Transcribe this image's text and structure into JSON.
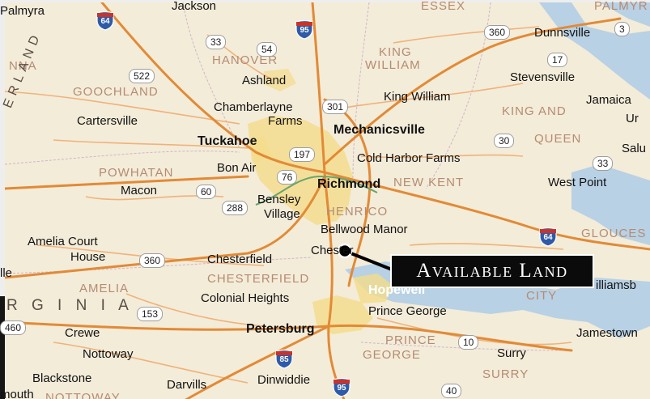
{
  "callout": {
    "text": "Available Land"
  },
  "colors": {
    "land": "#f3ecd9",
    "water": "#b8d1e4",
    "road": "#e28a36",
    "urban": "#f4dc8a",
    "background_top": "#eeeeee",
    "background_bottom": "#161616"
  },
  "places": {
    "palmyra": "Palmyra",
    "jackson": "Jackson",
    "essex": "ESSEX",
    "palmyr2": "PALMYR",
    "hanover": "HANOVER",
    "ashland": "Ashland",
    "king_william_county": "KING",
    "king_william_county2": "WILLIAM",
    "dunnsville": "Dunnsville",
    "stevensville": "Stevensville",
    "jamaica": "Jamaica",
    "goochland": "GOOCHLAND",
    "king_william": "King William",
    "king_and": "KING AND",
    "queen": "QUEEN",
    "chamberlayne": "Chamberlayne",
    "farms": "Farms",
    "cartersville": "Cartersville",
    "mechanicsville": "Mechanicsville",
    "tuckahoe": "Tuckahoe",
    "cold_harbor": "Cold Harbor Farms",
    "bon_air": "Bon Air",
    "richmond": "Richmond",
    "new_kent": "NEW KENT",
    "west_point": "West Point",
    "powhatan": "POWHATAN",
    "macon": "Macon",
    "bensley": "Bensley",
    "village": "Village",
    "henrico": "HENRICO",
    "bellwood": "Bellwood Manor",
    "amelia_court": "Amelia Court",
    "house": "House",
    "chesterfield": "Chesterfield",
    "chester": "Chester",
    "chesterfield_county": "CHESTERFIELD",
    "hopewell": "Hopewell",
    "amelia": "AMELIA",
    "colonial_heights": "Colonial Heights",
    "prince_george_city": "Prince George",
    "petersburg": "Petersburg",
    "crewe": "Crewe",
    "prince": "PRINCE",
    "george": "GEORGE",
    "nottoway": "Nottoway",
    "surry_town": "Surry",
    "jamestown": "Jamestown",
    "blackstone": "Blackstone",
    "darvills": "Darvills",
    "dinwiddie": "Dinwiddie",
    "surry": "SURRY",
    "mouth": "mouth",
    "nottoway_county": "NOTTOWAY",
    "city": "CITY",
    "williamsburg": "illiamsb",
    "glouces": "GLOUCES",
    "ur": "Ur",
    "sal": "Salu",
    "virginia": "R G I N I A",
    "erland": "ERLAND",
    "ll_left": "lle",
    "nna": "NNA"
  },
  "shields": {
    "r33a": "33",
    "r54": "54",
    "r360a": "360",
    "r3": "3",
    "r17": "17",
    "r522": "522",
    "r301": "301",
    "r30": "30",
    "r197": "197",
    "r76": "76",
    "r60": "60",
    "r288": "288",
    "r33b": "33",
    "r360b": "360",
    "r153": "153",
    "r460": "460",
    "r10": "10",
    "r40": "40"
  },
  "interstates": {
    "i64a": "64",
    "i95a": "95",
    "i64b": "64",
    "i85": "85",
    "i95b": "95"
  }
}
